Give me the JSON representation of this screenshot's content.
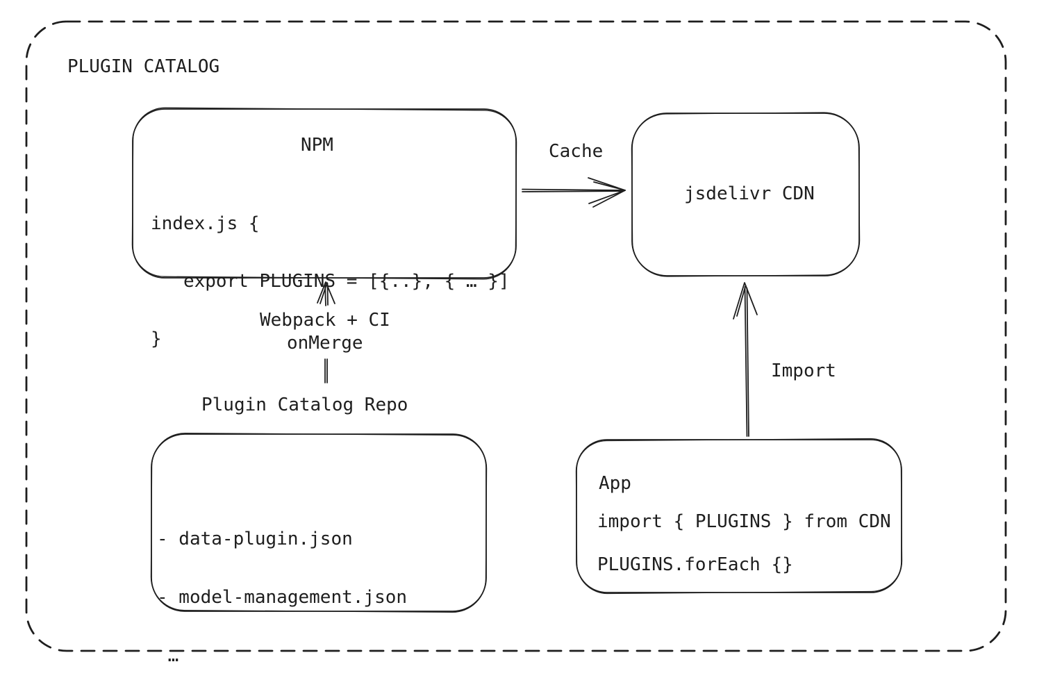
{
  "diagram": {
    "title": "PLUGIN CATALOG",
    "colors": {
      "stroke": "#1e1e1e",
      "text": "#1e1e1e",
      "background": "#ffffff"
    },
    "boxes": {
      "npm": {
        "title": "NPM",
        "code": [
          "index.js {",
          "   export PLUGINS = [{..}, { … }]",
          "}"
        ]
      },
      "cdn": {
        "title": "jsdelivr CDN"
      },
      "repo": {
        "heading": "Plugin Catalog Repo",
        "files": [
          "- data-plugin.json",
          "- model-management.json",
          " …"
        ]
      },
      "app": {
        "title": "App",
        "code": [
          "import { PLUGINS } from CDN",
          "PLUGINS.forEach {}"
        ]
      }
    },
    "arrows": {
      "cache": {
        "label": "Cache",
        "from": "NPM",
        "to": "jsdelivr CDN"
      },
      "webpack": {
        "label_line1": "Webpack + CI",
        "label_line2": "onMerge",
        "from": "Plugin Catalog Repo",
        "to": "NPM"
      },
      "import": {
        "label": "Import",
        "from": "App",
        "to": "jsdelivr CDN"
      }
    }
  }
}
